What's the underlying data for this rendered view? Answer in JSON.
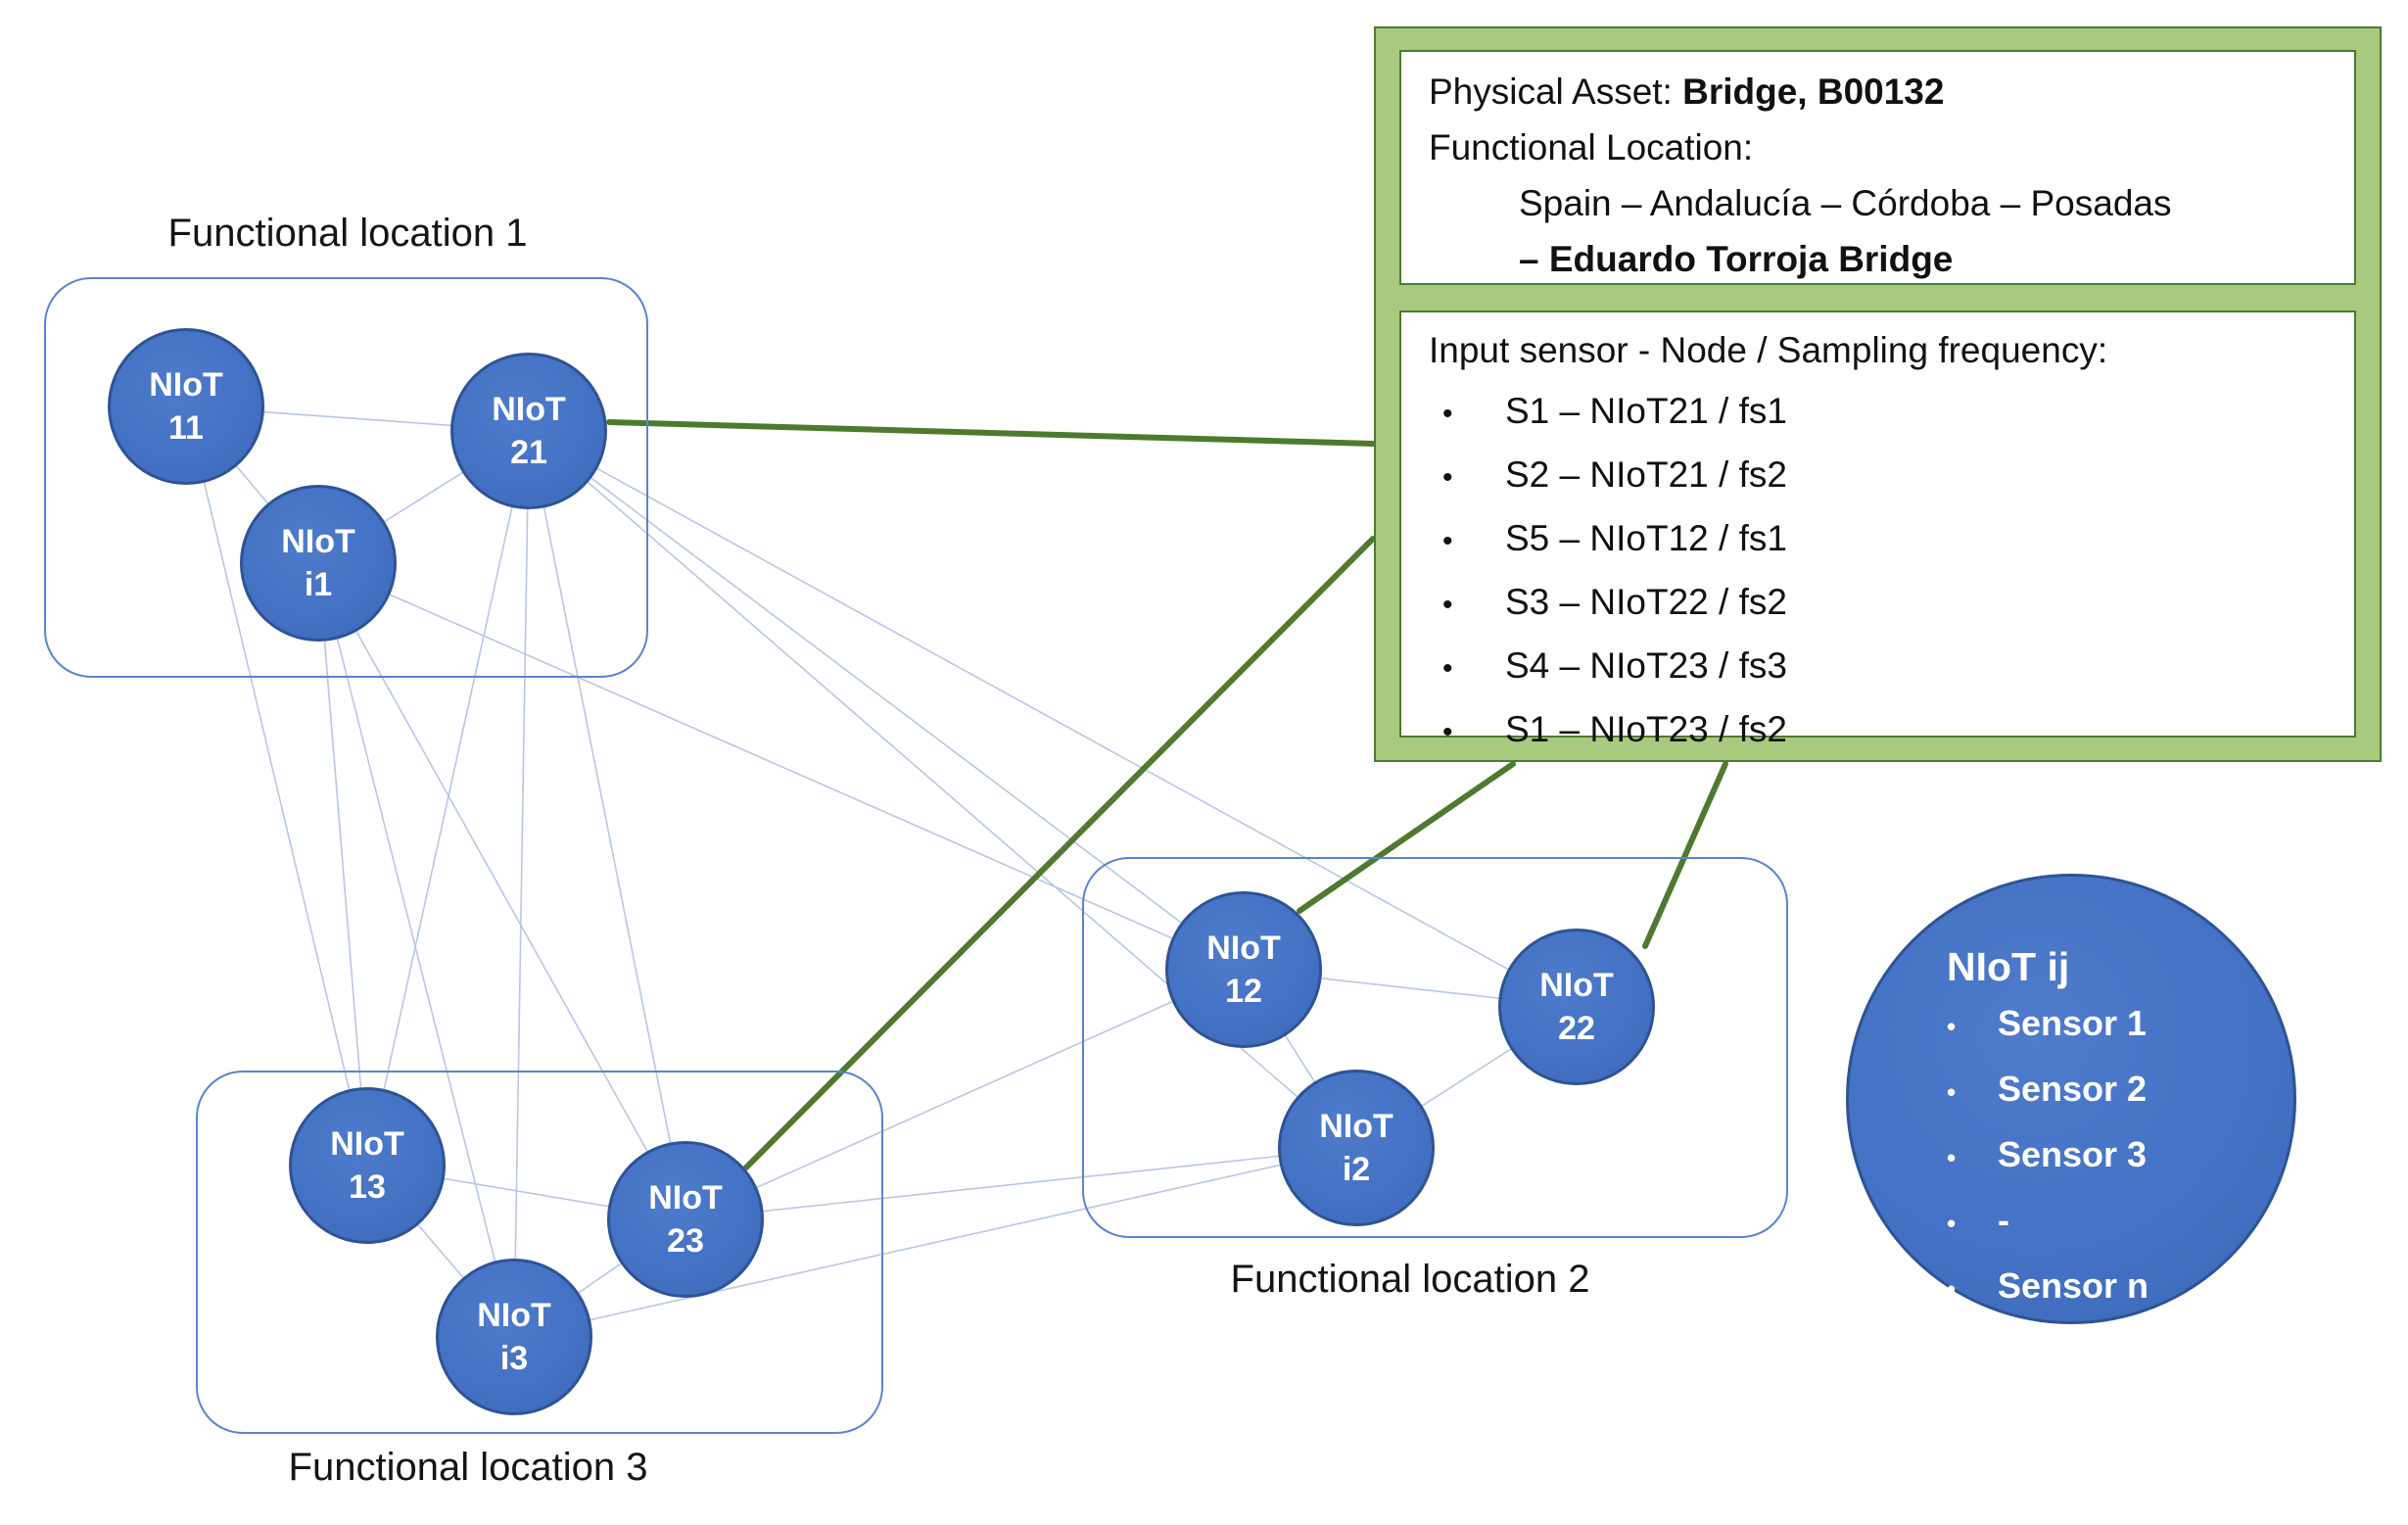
{
  "info_box": {
    "physical_asset_label": "Physical Asset: ",
    "physical_asset_value": "Bridge, B00132",
    "functional_location_label": "Functional Location:",
    "location_path_line1": "Spain – Andalucía – Córdoba – Posadas",
    "location_path_line2": "– Eduardo Torroja Bridge",
    "sensors_title": "Input sensor - Node / Sampling frequency:",
    "sensors": [
      "S1 – NIoT21 / fs1",
      "S2 – NIoT21 / fs2",
      "S5 – NIoT12 / fs1",
      "S3 – NIoT22 / fs2",
      "S4 – NIoT23 / fs3",
      "S1 – NIoT23 / fs2"
    ]
  },
  "locations": [
    {
      "label": "Functional location 1"
    },
    {
      "label": "Functional location 2"
    },
    {
      "label": "Functional location 3"
    }
  ],
  "nodes": {
    "n11": {
      "l1": "NIoT",
      "l2": "11"
    },
    "n21": {
      "l1": "NIoT",
      "l2": "21"
    },
    "ni1": {
      "l1": "NIoT",
      "l2": "i1"
    },
    "n12": {
      "l1": "NIoT",
      "l2": "12"
    },
    "n22": {
      "l1": "NIoT",
      "l2": "22"
    },
    "ni2": {
      "l1": "NIoT",
      "l2": "i2"
    },
    "n13": {
      "l1": "NIoT",
      "l2": "13"
    },
    "n23": {
      "l1": "NIoT",
      "l2": "23"
    },
    "ni3": {
      "l1": "NIoT",
      "l2": "i3"
    }
  },
  "legend": {
    "title": "NIoT ij",
    "items": [
      "Sensor 1",
      "Sensor 2",
      "Sensor 3",
      "-",
      "Sensor n"
    ]
  },
  "colors": {
    "node_fill": "#4472c4",
    "node_border": "#2e5395",
    "mesh_line": "#b9c7e4",
    "location_border": "#5b84d1",
    "green_line": "#4e7a2f",
    "green_box_fill": "#a9c97e",
    "green_box_border": "#4d7a31"
  }
}
